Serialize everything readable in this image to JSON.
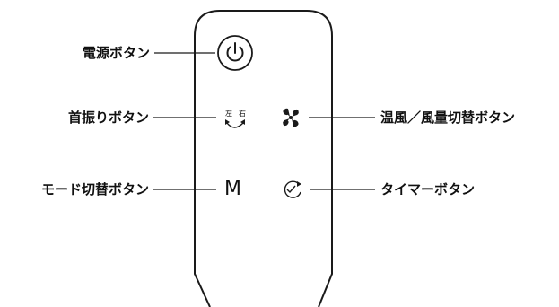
{
  "labels": {
    "power": "電源ボタン",
    "swing": "首振りボタン",
    "mode": "モード切替ボタン",
    "airflow": "温風／風量切替ボタン",
    "timer": "タイマーボタン"
  },
  "buttons": {
    "mode_letter": "M",
    "swing_left": "左",
    "swing_right": "右"
  },
  "icons": {
    "power": "power-icon",
    "swing": "swing-arrows-icon",
    "airflow": "fan-icon",
    "timer": "timer-icon"
  }
}
